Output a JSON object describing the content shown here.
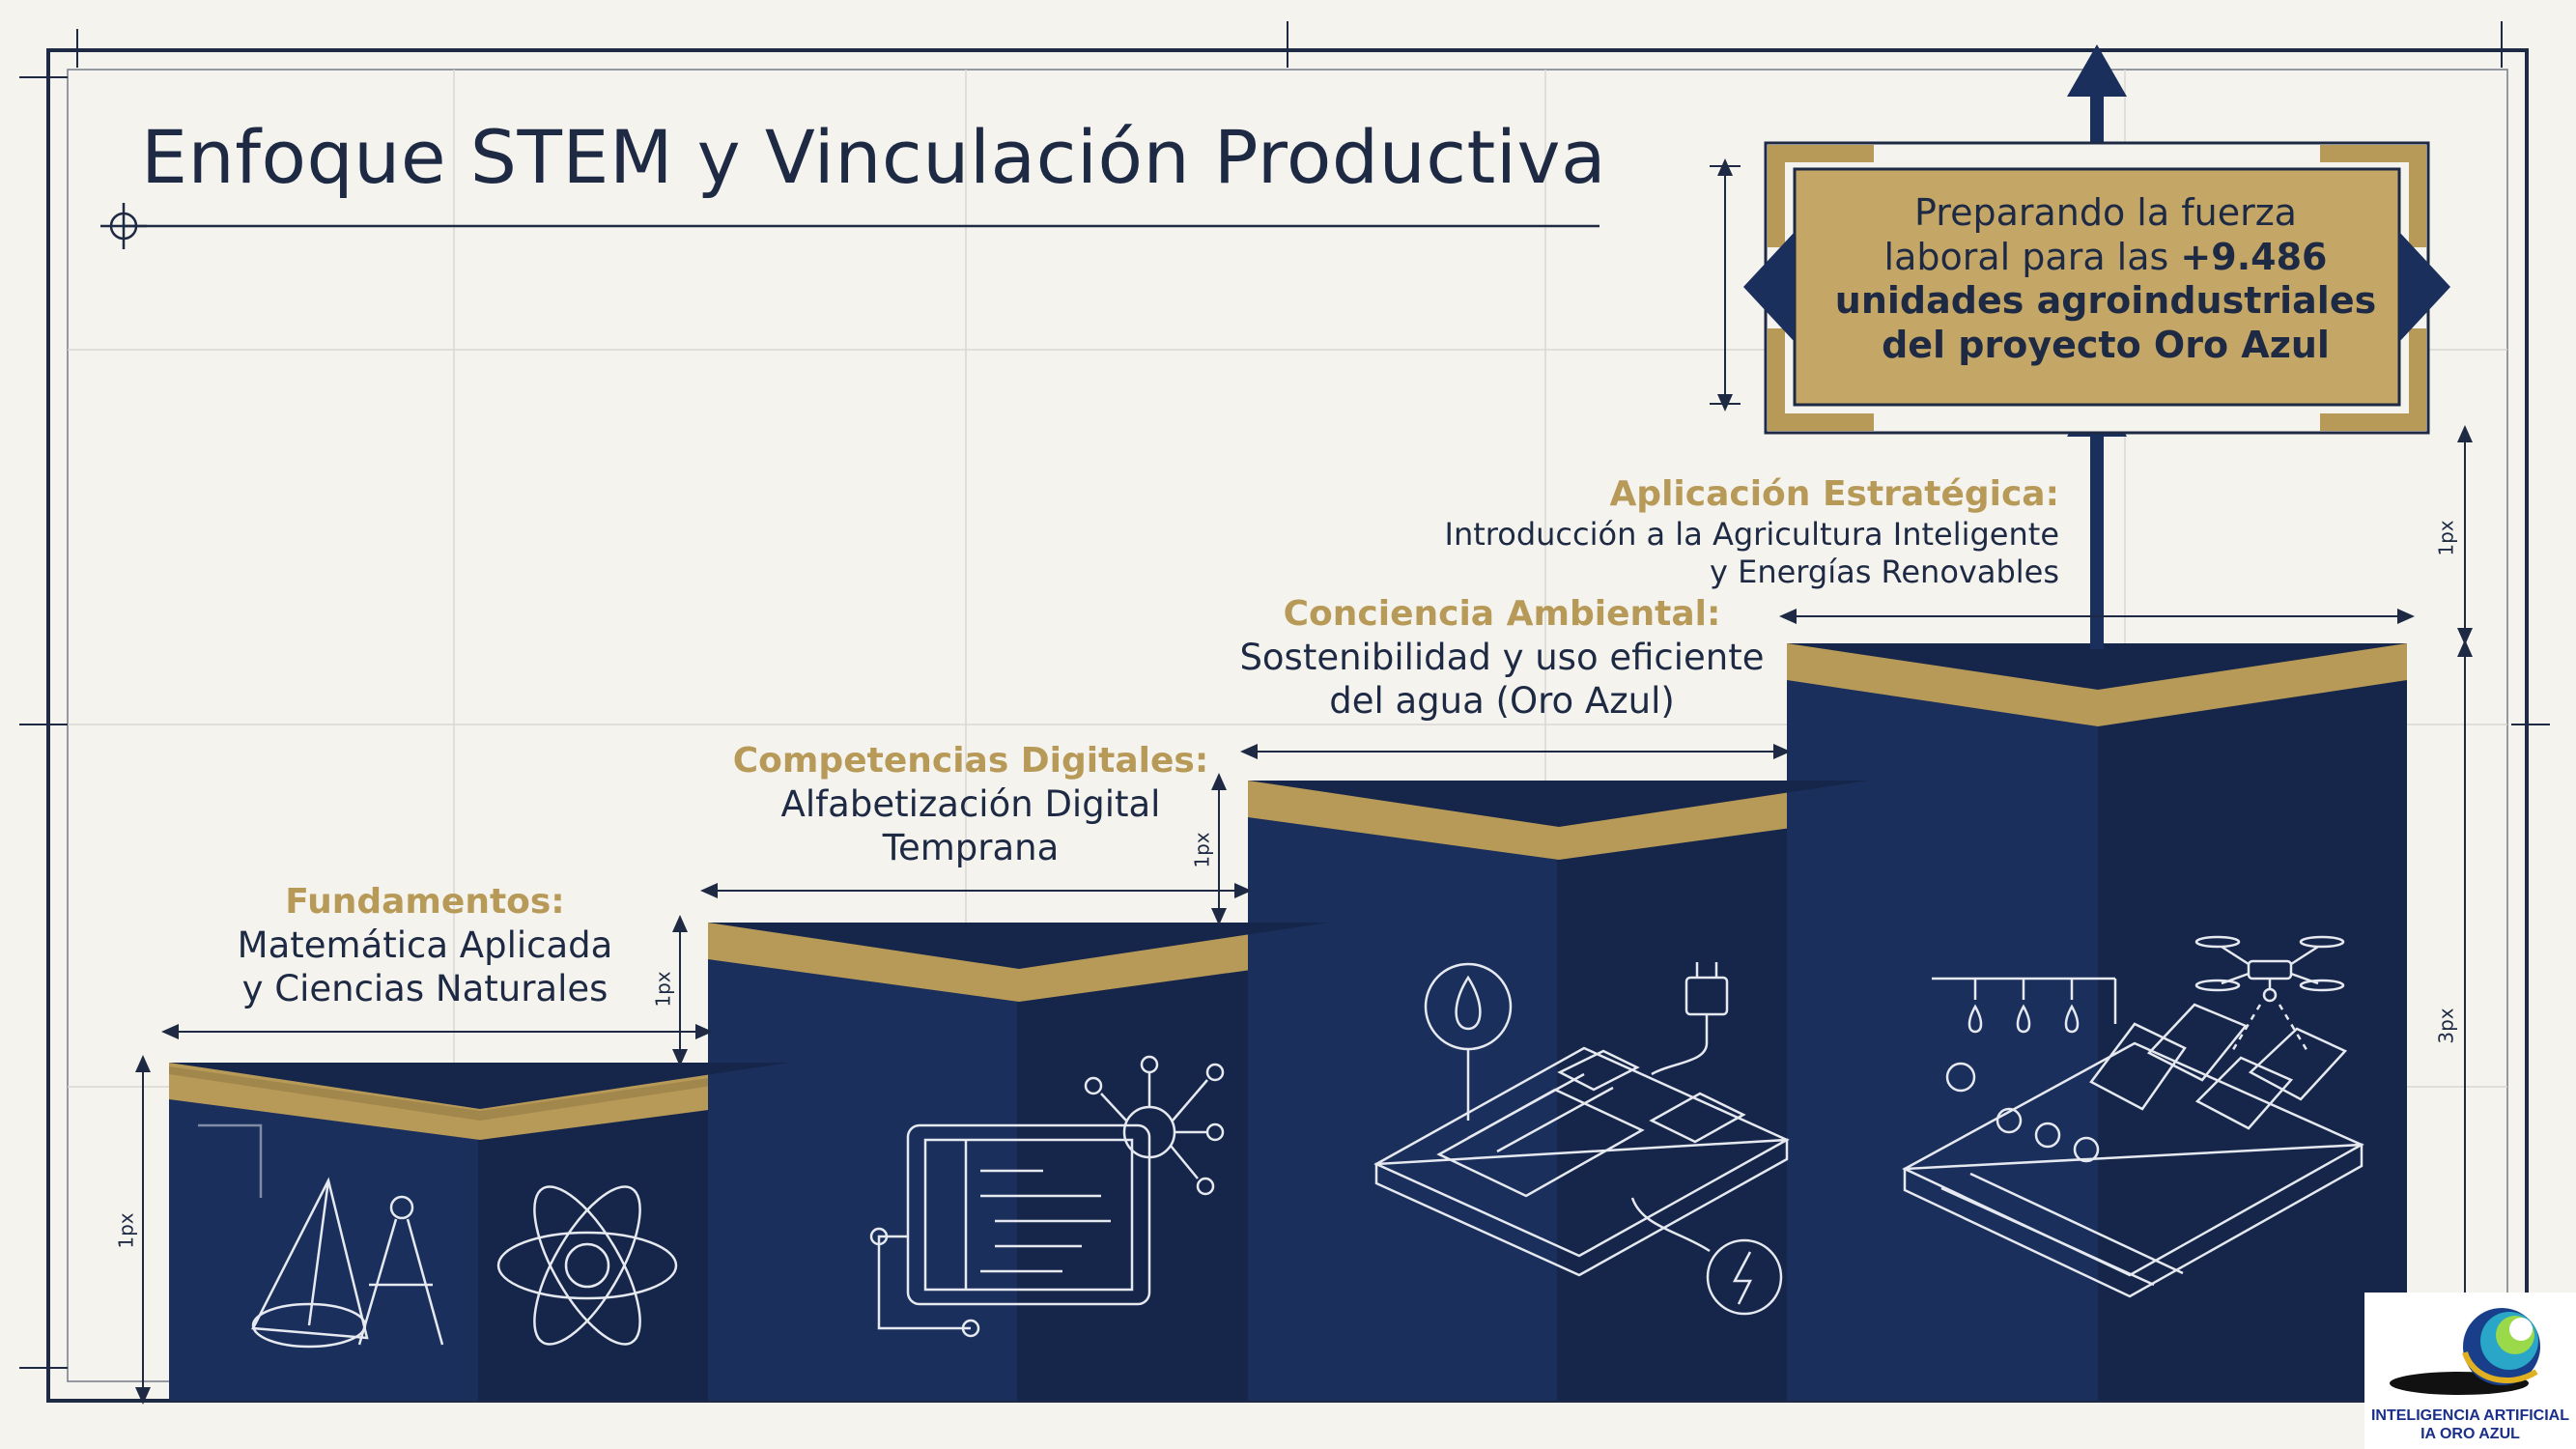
{
  "title": "Enfoque STEM y Vinculación Productiva",
  "colors": {
    "navy": "#1b2f5c",
    "navy_dark": "#16264a",
    "gold": "#b89a58",
    "ink": "#1e2a44",
    "paper": "#f4f3ee"
  },
  "steps": [
    {
      "heading": "Fundamentos:",
      "line1": "Matemática Aplicada",
      "line2": "y Ciencias Naturales",
      "icons": [
        "geometry-compass-icon",
        "atom-icon"
      ]
    },
    {
      "heading": "Competencias Digitales:",
      "line1": "Alfabetización Digital",
      "line2": "Temprana",
      "icons": [
        "tablet-code-icon",
        "network-node-icon"
      ]
    },
    {
      "heading": "Conciencia Ambiental:",
      "line1": "Sostenibilidad y uso eficiente",
      "line2": "del agua (Oro Azul)",
      "icons": [
        "water-drop-icon",
        "plug-icon",
        "solar-module-icon",
        "lightning-icon"
      ]
    },
    {
      "heading": "Aplicación Estratégica:",
      "line1": "Introducción a la Agricultura Inteligente",
      "line2": "y Energías Renovables",
      "icons": [
        "irrigation-icon",
        "solar-panels-icon",
        "drone-icon"
      ]
    }
  ],
  "banner": {
    "line1": "Preparando la fuerza",
    "line2_pre": "laboral para las ",
    "line2_bold": "+9.486",
    "line3": "unidades agroindustriales",
    "line4": "del proyecto Oro Azul"
  },
  "dimension_labels": [
    "1px",
    "1px",
    "1px",
    "1px",
    "3px"
  ],
  "logo": {
    "line1": "INTELIGENCIA ARTIFICIAL",
    "line2": "IA ORO AZUL"
  }
}
